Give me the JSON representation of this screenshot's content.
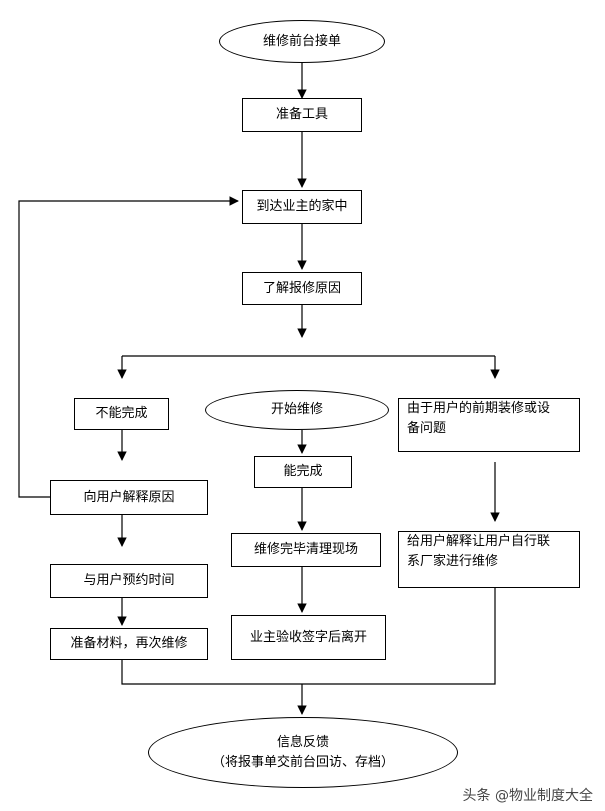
{
  "nodes": {
    "start": "维修前台接单",
    "prepare_tools": "准备工具",
    "arrive_home": "到达业主的家中",
    "understand_reason": "了解报修原因",
    "cannot_complete": "不能完成",
    "start_repair": "开始维修",
    "prior_decoration_line1": "由于用户的前期装修或设",
    "prior_decoration_line2": "备问题",
    "can_complete": "能完成",
    "explain_reason": "向用户解释原因",
    "clean_site": "维修完毕清理现场",
    "contact_vendor_line1": "给用户解释让用户自行联",
    "contact_vendor_line2": "系厂家进行维修",
    "schedule_time": "与用户预约时间",
    "owner_signoff": "业主验收签字后离开",
    "prepare_materials": "准备材料，再次维修",
    "feedback_line1": "信息反馈",
    "feedback_line2": "（将报事单交前台回访、存档）"
  },
  "watermark": "头条 @物业制度大全"
}
